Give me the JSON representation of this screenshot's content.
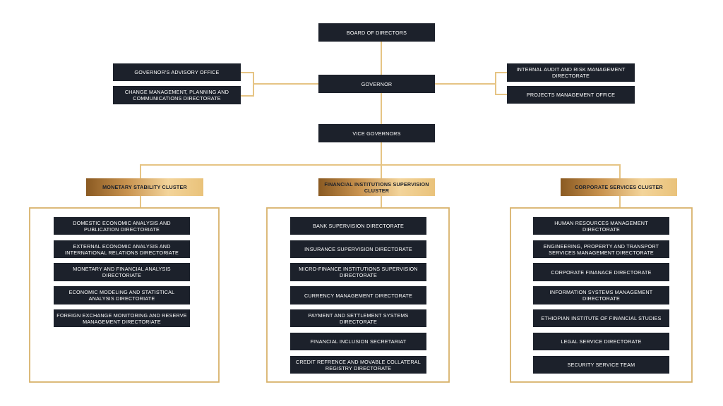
{
  "colors": {
    "node": "#1c212b",
    "node_text": "#ffffff",
    "connector": "#e6c484",
    "panel_border": "#d9b26c",
    "cluster_gold": "#c9934f"
  },
  "top": {
    "board": "BOARD OF DIRECTORS",
    "governor": "GOVERNOR",
    "vice_governors": "VICE GOVERNORS"
  },
  "left_offices": [
    "GOVERNOR'S ADVISORY OFFICE",
    "CHANGE MANAGEMENT, PLANNING AND COMMUNICATIONS DIRECTORATE"
  ],
  "right_offices": [
    "INTERNAL AUDIT AND RISK MANAGEMENT DIRECTORATE",
    "PROJECTS MANAGEMENT OFFICE"
  ],
  "clusters": [
    {
      "title": "MONETARY STABILITY CLUSTER",
      "units": [
        "DOMESTIC ECONOMIC ANALYSIS AND PUBLICATION DIRECTORIATE",
        "EXTERNAL ECONOMIC ANALYSIS AND INTERNATIONAL RELATIONS DIRECTORIATE",
        "MONETARY AND FINANCIAL ANALYSIS DIRECTORIATE",
        "ECONOMIC MODELING AND STATISTICAL ANALYSIS DIRECTORIATE",
        "FOREIGN EXCHANGE MONITORING AND RESERVE MANAGEMENT DIRECTORIATE"
      ]
    },
    {
      "title": "FINANCIAL INSTITUTIONS SUPERVISION CLUSTER",
      "units": [
        "BANK SUPERVISION DIRECTORATE",
        "INSURANCE SUPERVISION DIRECTORATE",
        "MICRO-FINANCE INSTITUTIONS SUPERVISION DIRECTORATE",
        "CURRENCY MANAGEMENT DIRECTORATE",
        "PAYMENT AND SETTLEMENT SYSTEMS DIRECTORATE",
        "FINANCIAL INCLUSION SECRETARIAT",
        "CREDIT REFRENCE AND MOVABLE COLLATERAL REGISTRY DIRECTORATE"
      ]
    },
    {
      "title": "CORPORATE SERVICES CLUSTER",
      "units": [
        "HUMAN RESOURCES MANAGEMENT DIRECTORATE",
        "ENGINEERING, PROPERTY AND TRANSPORT SERVICES MANAGEMENT DIRECTORATE",
        "CORPORATE FINANACE DIRECTORATE",
        "INFORMATION SYSTEMS MANAGEMENT DIRECTORATE",
        "ETHIOPIAN INSTITUTE OF FINANCIAL STUDIES",
        "LEGAL SERVICE DIRECTORATE",
        "SECURITY SERVICE TEAM"
      ]
    }
  ]
}
